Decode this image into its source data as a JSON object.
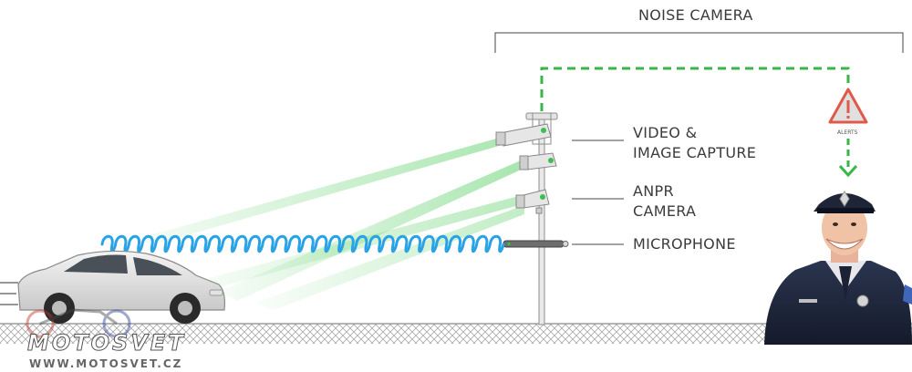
{
  "title": "NOISE CAMERA",
  "labels": {
    "video": "VIDEO &\nIMAGE CAPTURE",
    "anpr": "ANPR\nCAMERA",
    "microphone": "MICROPHONE",
    "alerts": "ALERTS"
  },
  "watermark": {
    "logo": "MOTOSVET",
    "url": "WWW.MOTOSVET.CZ"
  },
  "colors": {
    "alert_line": "#39b54a",
    "beam": "#5fd06a",
    "sound_wave": "#29a3e6",
    "alert_triangle": "#e05a4a",
    "label_text": "#3b3b3b",
    "ground_hatch": "#9a9a9a"
  },
  "icons": {
    "alert": "warning-triangle-icon",
    "wave": "sound-wave-coil",
    "vehicle": "car",
    "officer": "police-officer"
  }
}
